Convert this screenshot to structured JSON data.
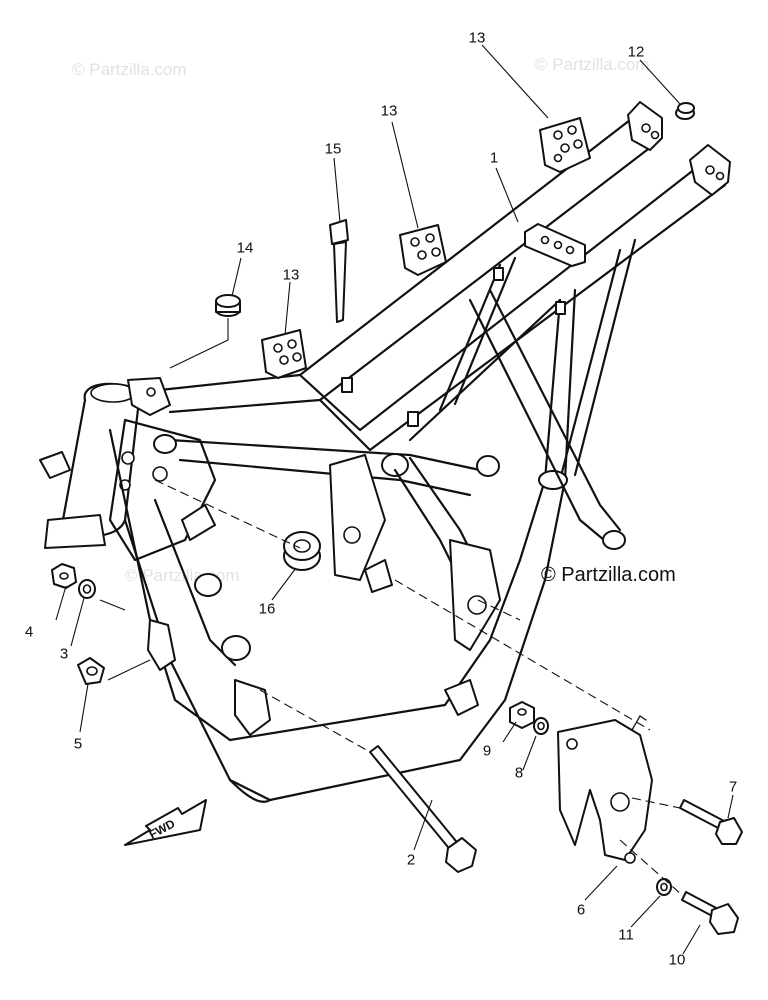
{
  "watermarks": [
    "© Partzilla.com",
    "© Partzilla.com",
    "© Partzilla.com"
  ],
  "credit": "© Partzilla.com",
  "fwd_label": "FWD",
  "callouts": [
    "1",
    "2",
    "3",
    "4",
    "5",
    "6",
    "7",
    "8",
    "9",
    "10",
    "11",
    "12",
    "13",
    "13",
    "13",
    "14",
    "15",
    "16"
  ],
  "colors": {
    "line": "#111111",
    "watermark": "#e2e2e2",
    "background": "#ffffff"
  }
}
